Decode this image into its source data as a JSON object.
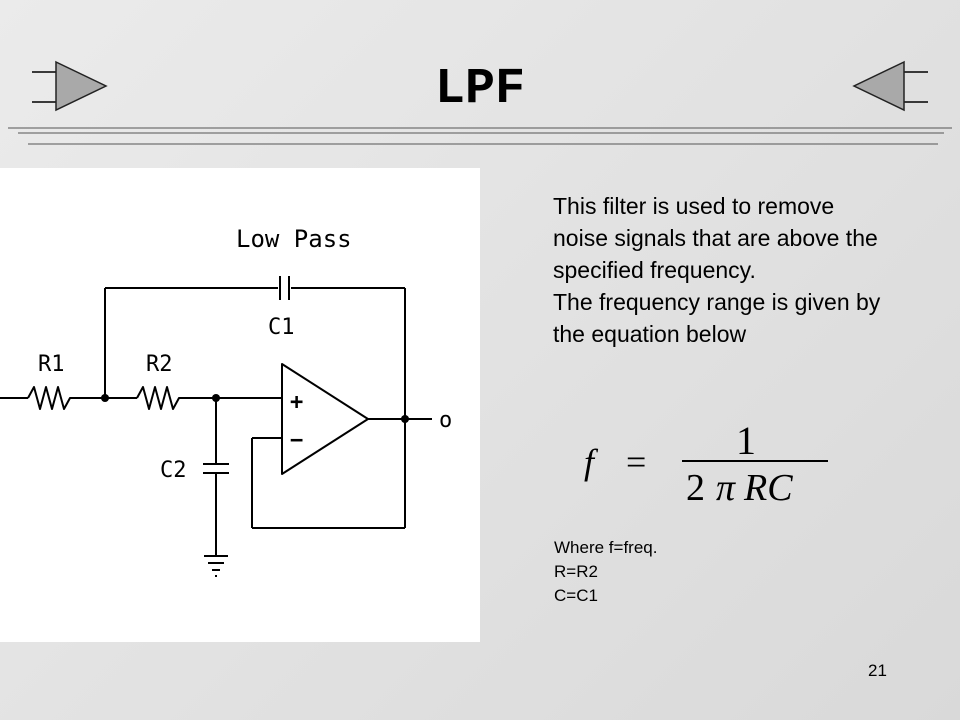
{
  "slide": {
    "title": "LPF",
    "number": "21",
    "accent_gray": "#a9a9a9"
  },
  "navigation": {
    "prev_icon": "triangle-right-arrow-icon",
    "next_icon": "triangle-left-arrow-icon"
  },
  "circuit": {
    "caption": "Low Pass",
    "labels": {
      "r1": "R1",
      "r2": "R2",
      "c1": "C1",
      "c2": "C2",
      "plus": "+",
      "minus": "−",
      "output": "o"
    }
  },
  "description": {
    "paragraph1": "This filter is used to remove noise signals that are above the specified frequency.",
    "paragraph2": "The frequency range is given by the equation below"
  },
  "equation": {
    "lhs": "f",
    "equals": "=",
    "numerator": "1",
    "denominator_const": "2",
    "pi": "π",
    "denominator_vars": "RC"
  },
  "notes": {
    "line1": "Where f=freq.",
    "line2": "R=R2",
    "line3": "C=C1"
  }
}
